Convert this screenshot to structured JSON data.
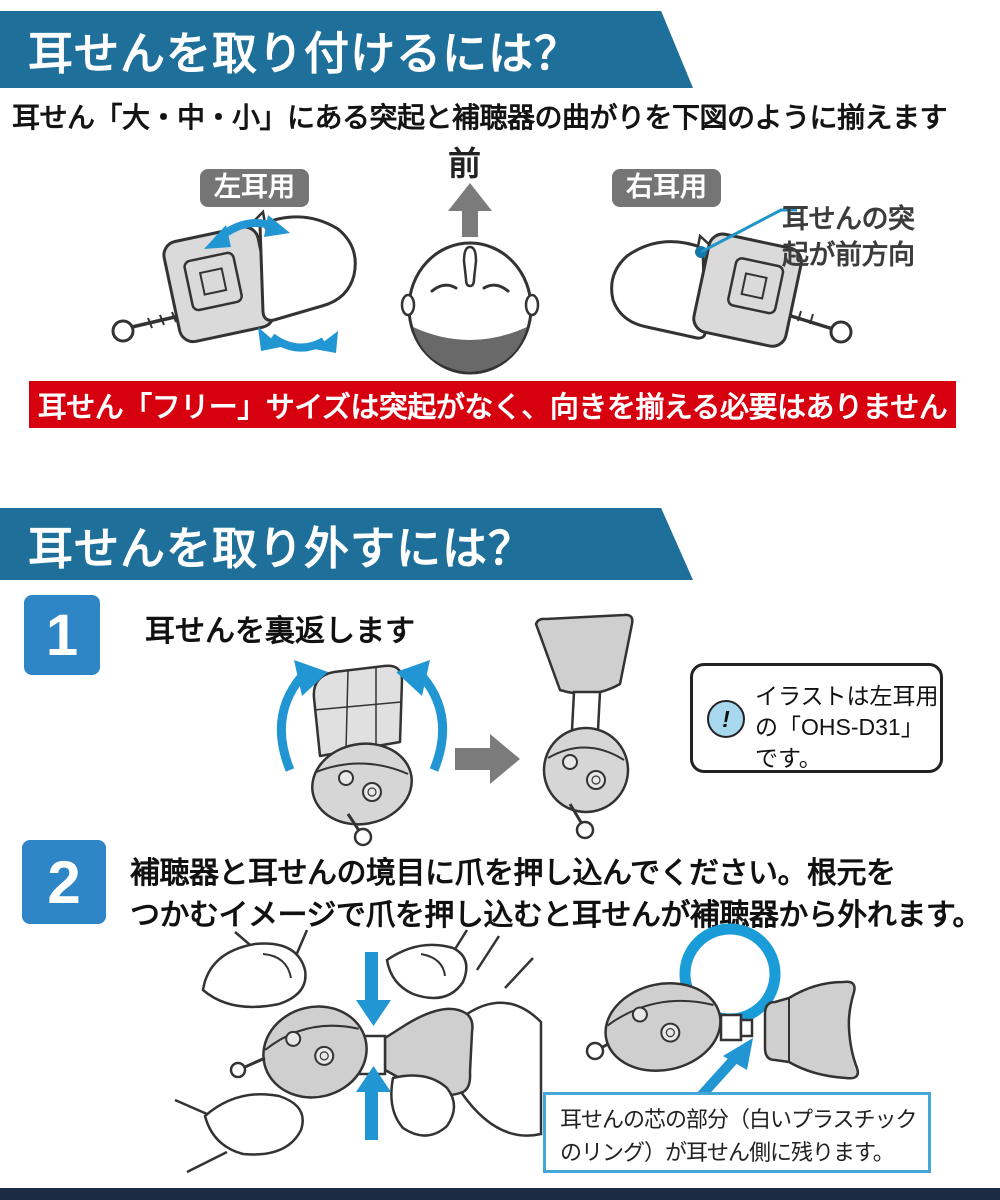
{
  "colors": {
    "header_blue": "#1e6f99",
    "warning_red": "#d7000f",
    "step_blue": "#2e86c6",
    "arrow_blue": "#2196d3",
    "ring_blue": "#1a9cd8",
    "note_border_blue": "#45a6d8",
    "info_icon_blue": "#a8d8ee",
    "label_gray": "#757575",
    "footer_navy": "#1b2b44"
  },
  "attach": {
    "title": "耳せんを取り付けるには？",
    "subtitle": "耳せん「大・中・小」にある突起と補聴器の曲がりを下図のように揃えます",
    "left_ear_label": "左耳用",
    "front_label": "前",
    "right_ear_label": "右耳用",
    "callout": {
      "line1": "耳せんの突",
      "line2": "起が前方向"
    },
    "warning": "耳せん「フリー」サイズは突起がなく、向きを揃える必要はありません"
  },
  "detach": {
    "title": "耳せんを取り外すには？",
    "step1": {
      "number": "1",
      "text": "耳せんを裏返します"
    },
    "info": {
      "icon": "!",
      "line1": "イラストは左耳用",
      "line2": "の「OHS-D31」",
      "line3": "です。"
    },
    "step2": {
      "number": "2",
      "line1": "補聴器と耳せんの境目に爪を押し込んでください。根元を",
      "line2": "つかむイメージで爪を押し込むと耳せんが補聴器から外れます。"
    },
    "note": {
      "line1": "耳せんの芯の部分（白いプラスチック",
      "line2": "のリング）が耳せん側に残ります。"
    }
  }
}
